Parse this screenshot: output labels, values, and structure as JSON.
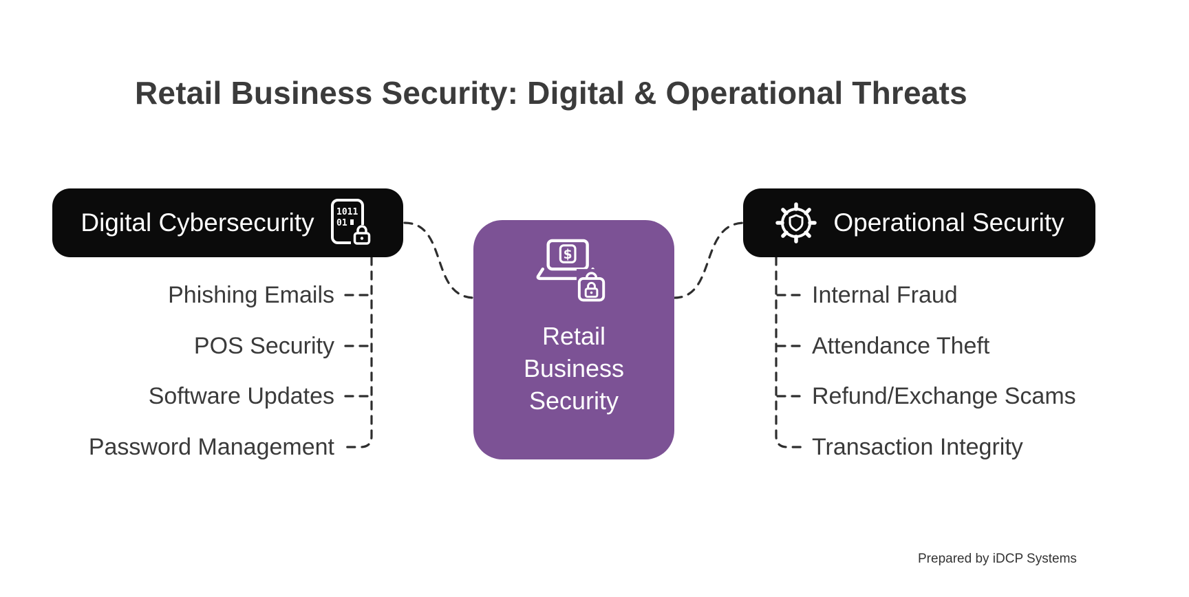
{
  "title": "Retail Business Security: Digital & Operational Threats",
  "center": {
    "label": "Retail Business Security",
    "icon": "laptop-dollar-bag-lock-icon",
    "color": "#7C5295"
  },
  "left_branch": {
    "label": "Digital Cybersecurity",
    "icon": "data-card-lock-icon",
    "color": "#0B0B0B",
    "items": [
      "Phishing Emails",
      "POS Security",
      "Software Updates",
      "Password Management"
    ]
  },
  "right_branch": {
    "label": "Operational Security",
    "icon": "gear-shield-icon",
    "color": "#0B0B0B",
    "items": [
      "Internal Fraud",
      "Attendance Theft",
      "Refund/Exchange Scams",
      "Transaction Integrity"
    ]
  },
  "footer": {
    "credit": "Prepared by iDCP Systems"
  },
  "style": {
    "connector_color": "#2E2E2E",
    "text_color": "#3A3A3A",
    "title_color": "#3B3B3B",
    "background": "#FFFFFF"
  }
}
